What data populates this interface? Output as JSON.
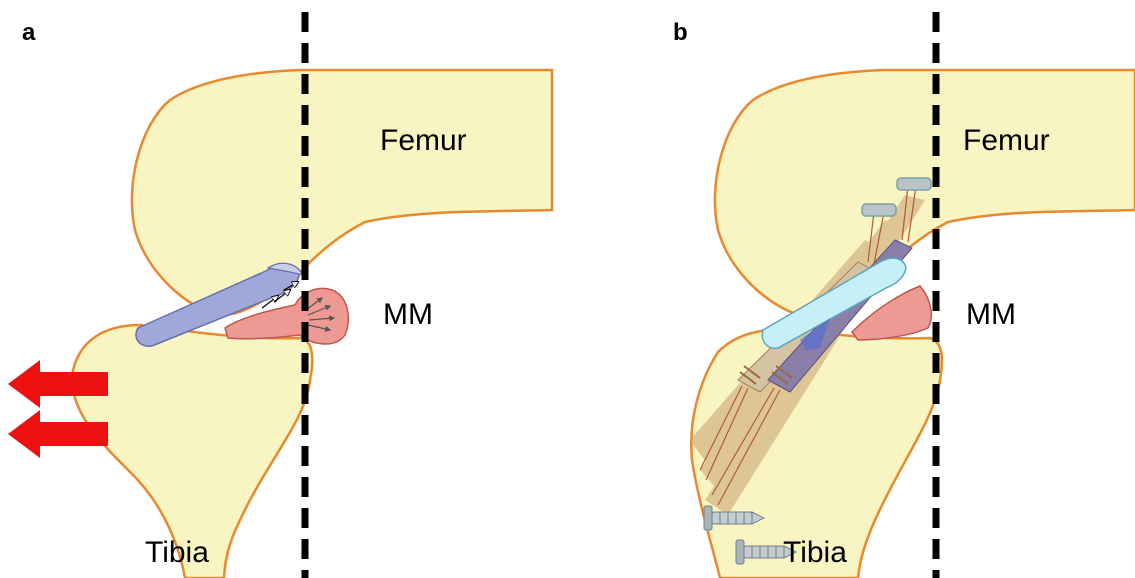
{
  "panels": [
    {
      "label": "a",
      "femur_label": "Femur",
      "meniscus_label": "MM",
      "tibia_label": "Tibia"
    },
    {
      "label": "b",
      "femur_label": "Femur",
      "meniscus_label": "MM",
      "tibia_label": "Tibia"
    }
  ],
  "colors": {
    "bone_fill": "#f8f5c2",
    "bone_outline": "#e8892d",
    "meniscus_fill": "#ee9a94",
    "meniscus_outline": "#c0574f",
    "ligament_fill": "#9fa8d8",
    "ligament_outline": "#6670b0",
    "graft_fill": "#c8eef8",
    "graft_outline": "#5aa5c0",
    "arrow_red": "#ee1111",
    "dashed_line": "#000000",
    "tendon": "#c9a070",
    "screw": "#b8c4c8"
  },
  "icons": {
    "displacement_arrows": "red-left-arrow-icon",
    "compression_arrows": "small-white-arrow-icon",
    "screws": "screw-icon"
  }
}
